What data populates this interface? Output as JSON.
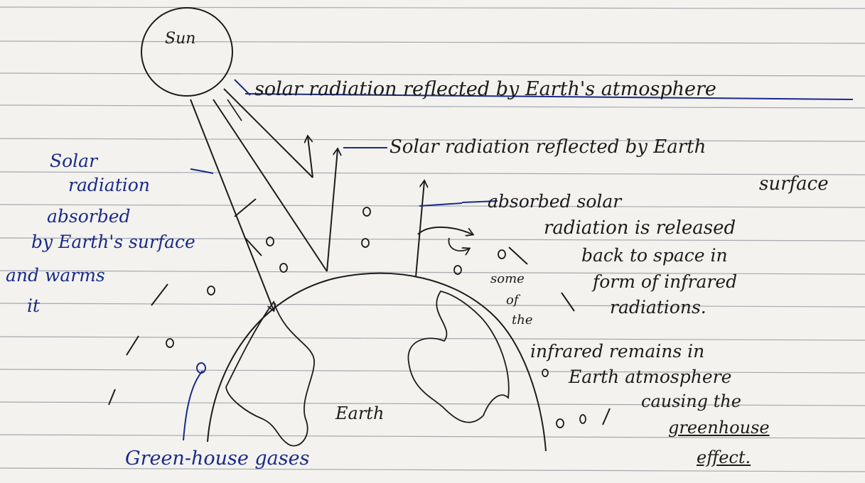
{
  "colors": {
    "paper": "#f3f2ee",
    "rule_line": "#8a8f99",
    "black_ink": "#1c1c1c",
    "blue_ink": "#1a2a8a"
  },
  "labels": {
    "sun": "Sun",
    "earth": "Earth",
    "reflected_by_atmosphere": "solar radiation reflected by Earth's atmosphere",
    "reflected_by_surface_line1": "Solar radiation reflected by Earth",
    "reflected_by_surface_line2": "surface",
    "absorbed_line1": "Solar",
    "absorbed_line2": "radiation",
    "absorbed_line3": "absorbed",
    "absorbed_line4": "by Earth's surface",
    "absorbed_line5": "and warms",
    "absorbed_line6": "it",
    "released_line1": "absorbed solar",
    "released_line2": "radiation is released",
    "released_line3": "back to space in",
    "released_line4": "form of infrared",
    "released_line5": "radiations.",
    "some_line1": "some",
    "some_line2": "of",
    "some_line3": "the",
    "remains_line1": "infrared remains in",
    "remains_line2": "Earth atmosphere",
    "remains_line3": "causing the",
    "remains_line4": "greenhouse",
    "remains_line5": "effect.",
    "greenhouse_gases": "Green-house gases"
  }
}
